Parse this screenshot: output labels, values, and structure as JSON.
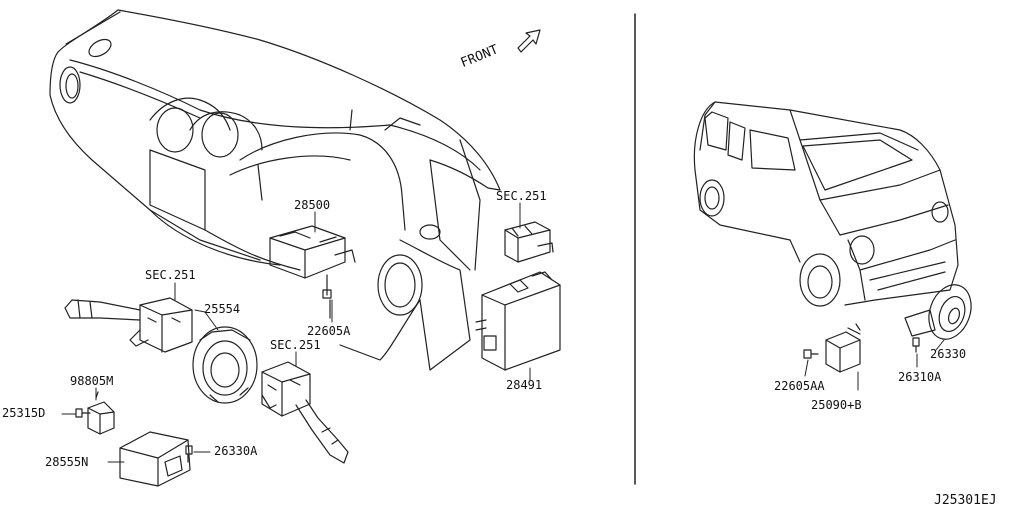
{
  "diagram": {
    "front_label": "FRONT",
    "drawing_code": "J25301EJ",
    "parts": {
      "p28500": "28500",
      "p25554": "25554",
      "p22605A": "22605A",
      "p98805M": "98805M",
      "p25315D": "25315D",
      "p28555N": "28555N",
      "p26330A": "26330A",
      "p28491": "28491",
      "p22605AA": "22605AA",
      "p25090B": "25090+B",
      "p26330": "26330",
      "p26310A": "26310A"
    },
    "section_refs": {
      "sec_left": "SEC.251",
      "sec_mid": "SEC.251",
      "sec_right": "SEC.251"
    }
  }
}
